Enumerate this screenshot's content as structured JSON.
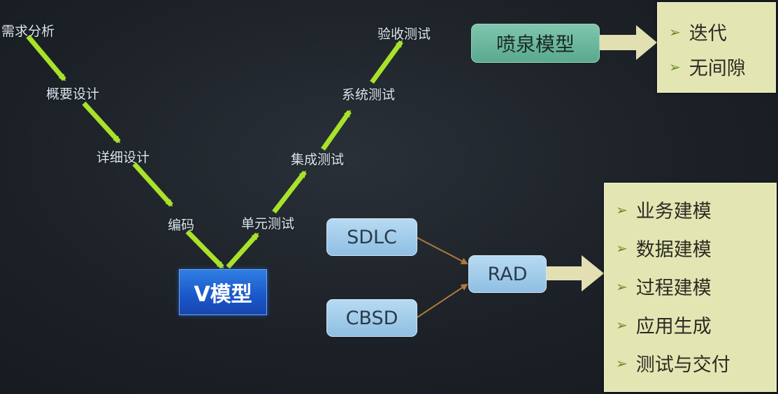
{
  "v_model": {
    "stages_left": [
      "需求分析",
      "概要设计",
      "详细设计",
      "编码"
    ],
    "stages_right": [
      "单元测试",
      "集成测试",
      "系统测试",
      "验收测试"
    ],
    "center_label": "V模型"
  },
  "fountain": {
    "label": "喷泉模型",
    "features": [
      "迭代",
      "无间隙"
    ]
  },
  "rad": {
    "inputs": [
      "SDLC",
      "CBSD"
    ],
    "label": "RAD",
    "phases": [
      "业务建模",
      "数据建模",
      "过程建模",
      "应用生成",
      "测试与交付"
    ]
  },
  "colors": {
    "v_arrow": "#a8e22a",
    "feed_arrow": "#b07a3a",
    "block_arrow": "#e2e0b3",
    "panel_bg": "#e3e6b3",
    "v_box": "#1f5fd0",
    "fountain_box": "#6bb79d",
    "rad_boxes": "#a5cdeb",
    "bullet": "#6d8a2a"
  }
}
